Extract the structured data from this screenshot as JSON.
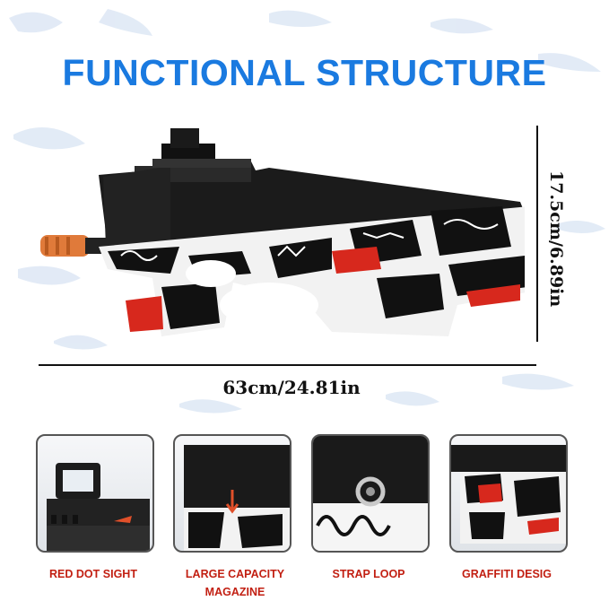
{
  "title": "FUNCTIONAL STRUCTURE",
  "dimensions": {
    "length": "63cm/24.81in",
    "height": "17.5cm/6.89in"
  },
  "features": [
    {
      "label": "RED DOT SIGHT",
      "icon": "red-dot-sight-icon"
    },
    {
      "label": "LARGE CAPACITY MAGAZINE",
      "icon": "magazine-icon"
    },
    {
      "label": "STRAP LOOP",
      "icon": "strap-loop-icon"
    },
    {
      "label": "GRAFFITI DESIG",
      "icon": "graffiti-design-icon"
    }
  ],
  "colors": {
    "title": "#1a7ae0",
    "caption": "#c21f12",
    "barrel_tip": "#e07a3a",
    "accent_red": "#d7281d"
  }
}
